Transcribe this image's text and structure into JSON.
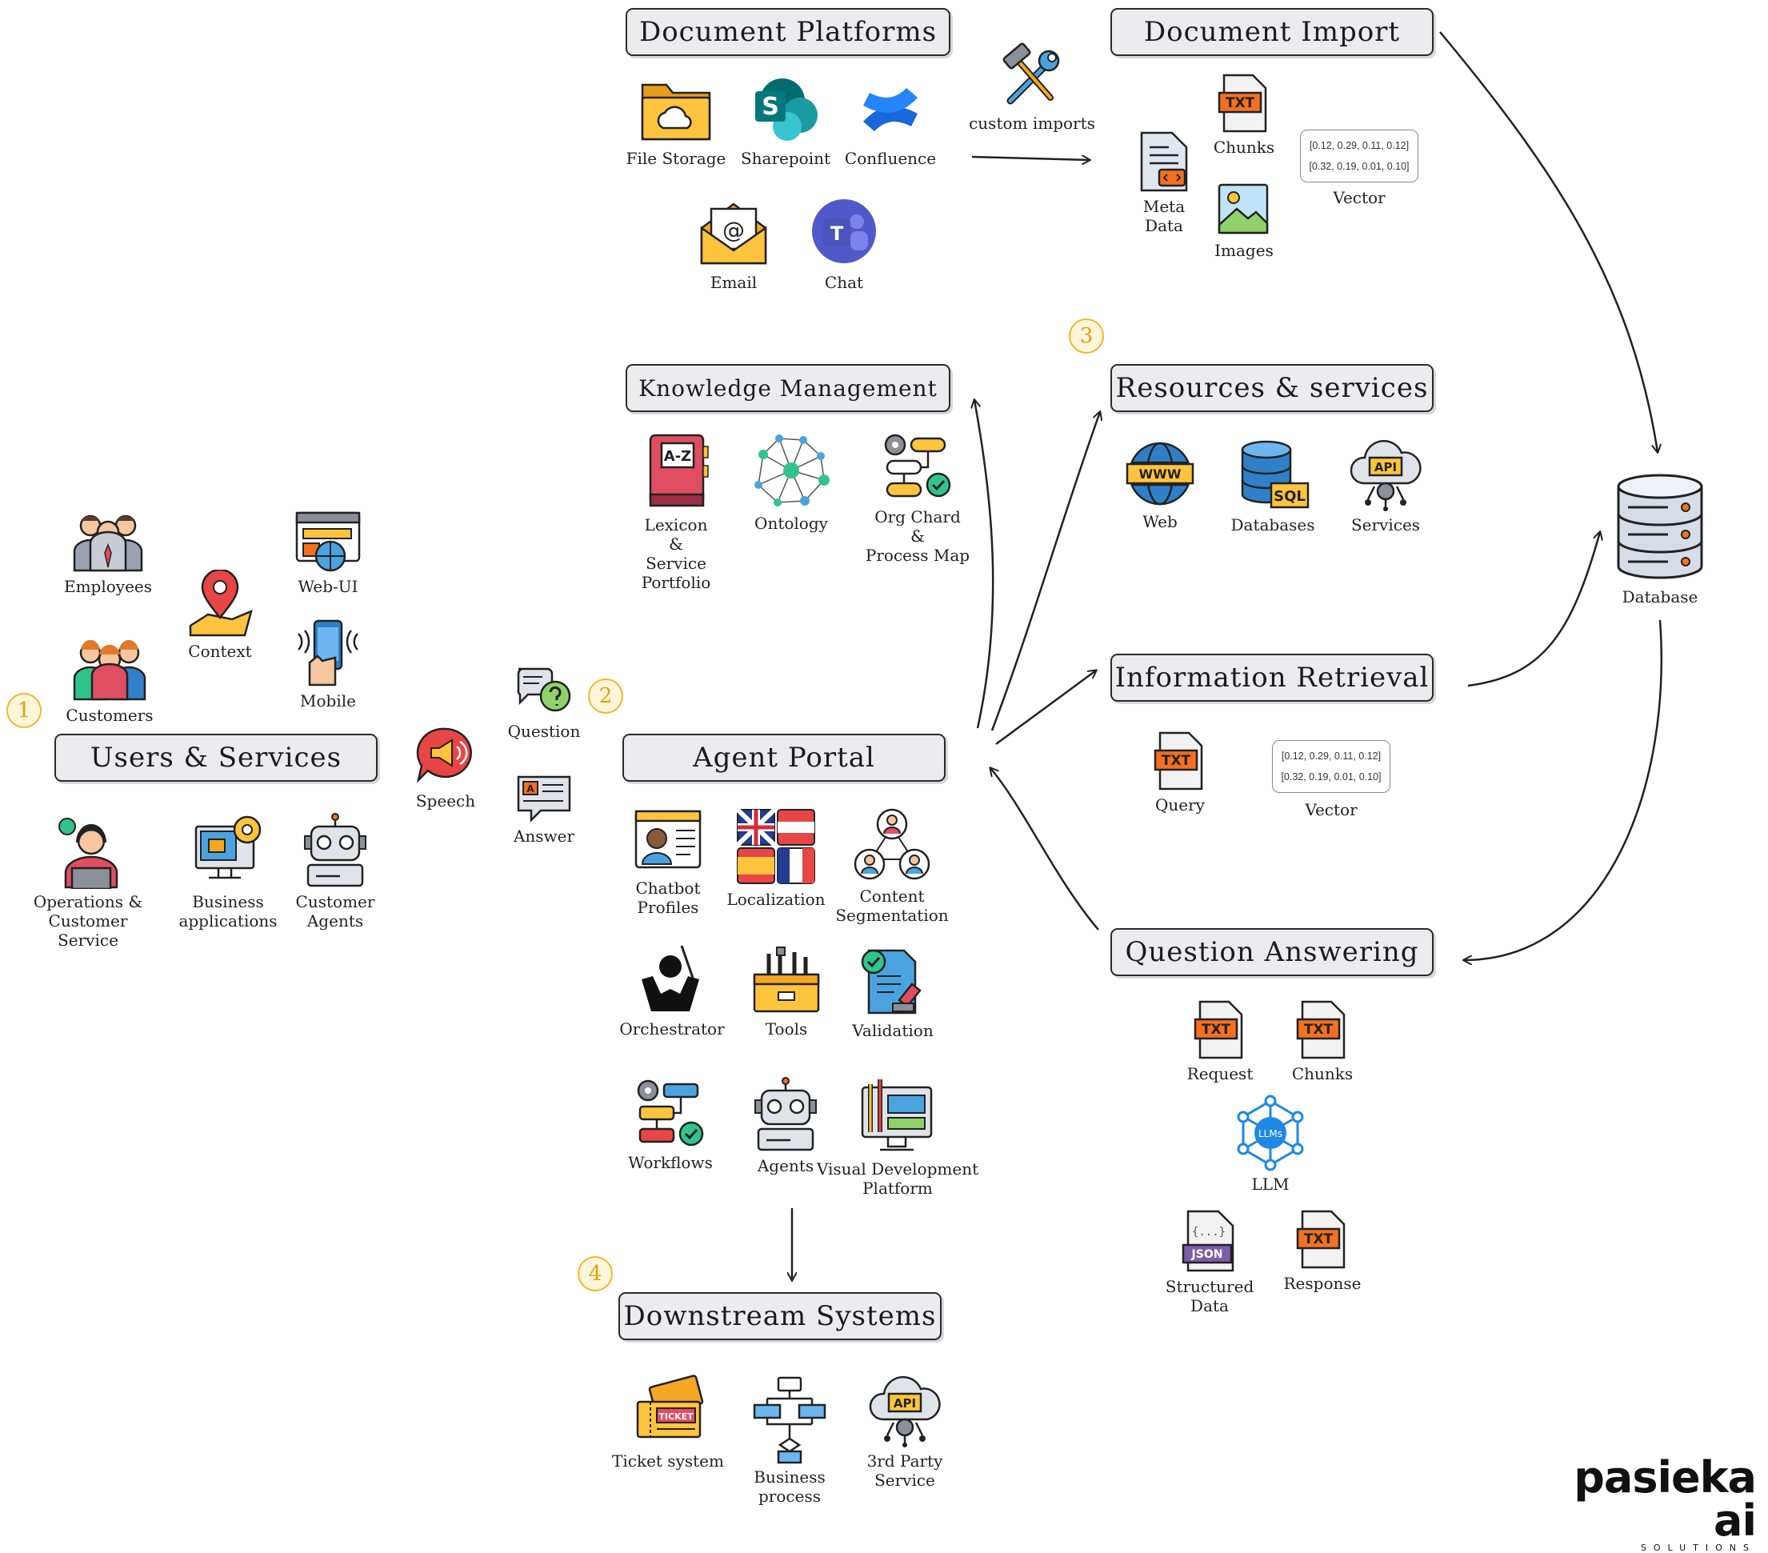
{
  "sections": {
    "document_platforms": "Document Platforms",
    "document_import": "Document Import",
    "knowledge_management": "Knowledge Management",
    "resources_services": "Resources & services",
    "information_retrieval": "Information Retrieval",
    "users_services": "Users & Services",
    "agent_portal": "Agent Portal",
    "question_answering": "Question Answering",
    "downstream_systems": "Downstream Systems"
  },
  "badges": {
    "b1": "1",
    "b2": "2",
    "b3": "3",
    "b4": "4"
  },
  "document_platforms": {
    "file_storage": "File Storage",
    "sharepoint": "Sharepoint",
    "confluence": "Confluence",
    "email": "Email",
    "chat": "Chat"
  },
  "custom_imports": "custom imports",
  "document_import": {
    "chunks": "Chunks",
    "meta_data": "Meta\nData",
    "images": "Images",
    "vector_label": "Vector",
    "vector_rows": [
      "[0.12, 0.29, 0.11, 0.12]",
      "[0.32, 0.19, 0.01, 0.10]"
    ]
  },
  "knowledge_management": {
    "lexicon": "Lexicon\n&\nService Portfolio",
    "ontology": "Ontology",
    "org_chard": "Org Chard\n&\nProcess Map"
  },
  "resources_services": {
    "web": "Web",
    "databases": "Databases",
    "services": "Services"
  },
  "information_retrieval": {
    "query": "Query",
    "vector_label": "Vector",
    "vector_rows": [
      "[0.12, 0.29, 0.11, 0.12]",
      "[0.32, 0.19, 0.01, 0.10]"
    ]
  },
  "database": "Database",
  "users_services": {
    "employees": "Employees",
    "web_ui": "Web-UI",
    "context": "Context",
    "mobile": "Mobile",
    "customers": "Customers",
    "operations": "Operations &\nCustomer Service",
    "business_apps": "Business\napplications",
    "customer_agents": "Customer\nAgents"
  },
  "flow": {
    "speech": "Speech",
    "question": "Question",
    "answer": "Answer"
  },
  "agent_portal": {
    "chatbot_profiles": "Chatbot\nProfiles",
    "localization": "Localization",
    "content_segmentation": "Content\nSegmentation",
    "orchestrator": "Orchestrator",
    "tools": "Tools",
    "validation": "Validation",
    "workflows": "Workflows",
    "agents": "Agents",
    "visual_dev": "Visual Development\nPlatform"
  },
  "question_answering": {
    "request": "Request",
    "chunks": "Chunks",
    "llm": "LLM",
    "llm_icon_text": "LLMs",
    "structured_data": "Structured\nData",
    "response": "Response"
  },
  "downstream": {
    "ticket_system": "Ticket system",
    "business_process": "Business\nprocess",
    "third_party": "3rd Party\nService"
  },
  "icon_text": {
    "txt": "TXT",
    "json": "JSON",
    "sql": "SQL",
    "api": "API",
    "www": "WWW",
    "az": "A-Z",
    "at": "@",
    "s": "S",
    "t": "T",
    "ticket": "TICKET",
    "a": "A"
  },
  "brand": {
    "name": "pasieka ai",
    "sub": "SOLUTIONS"
  },
  "colors": {
    "section_fill": "#ececee",
    "badge": "#f3b72c",
    "txt_badge": "#f37021",
    "line": "#222222"
  }
}
